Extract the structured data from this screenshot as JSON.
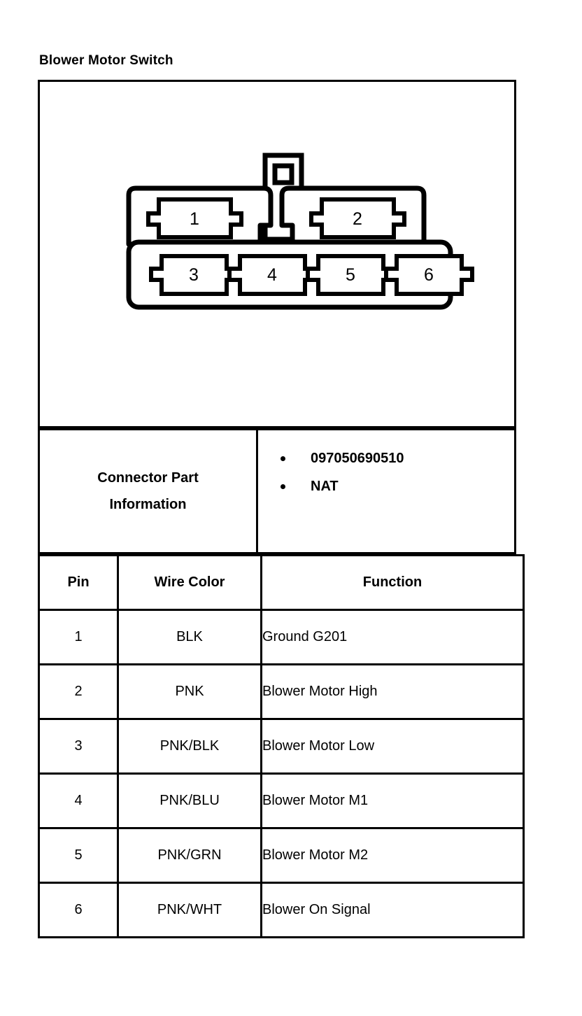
{
  "page": {
    "title": "Blower Motor Switch"
  },
  "diagram": {
    "name": "connector-face-view",
    "cavities": [
      {
        "id": "1",
        "label": "1",
        "row": "upper"
      },
      {
        "id": "2",
        "label": "2",
        "row": "upper"
      },
      {
        "id": "3",
        "label": "3",
        "row": "lower"
      },
      {
        "id": "4",
        "label": "4",
        "row": "lower"
      },
      {
        "id": "5",
        "label": "5",
        "row": "lower"
      },
      {
        "id": "6",
        "label": "6",
        "row": "lower"
      }
    ],
    "latch": "center-latch-tab",
    "line_color": "#000000",
    "fill_color": "#ffffff"
  },
  "connector_info": {
    "label_line1": "Connector Part",
    "label_line2": "Information",
    "bullets": [
      "097050690510",
      "NAT"
    ]
  },
  "pin_table": {
    "headers": [
      "Pin",
      "Wire Color",
      "Function"
    ],
    "rows": [
      {
        "pin": "1",
        "wire_color": "BLK",
        "function": "Ground G201"
      },
      {
        "pin": "2",
        "wire_color": "PNK",
        "function": "Blower Motor High"
      },
      {
        "pin": "3",
        "wire_color": "PNK/BLK",
        "function": "Blower Motor Low"
      },
      {
        "pin": "4",
        "wire_color": "PNK/BLU",
        "function": "Blower Motor M1"
      },
      {
        "pin": "5",
        "wire_color": "PNK/GRN",
        "function": "Blower Motor M2"
      },
      {
        "pin": "6",
        "wire_color": "PNK/WHT",
        "function": "Blower On Signal"
      }
    ]
  }
}
